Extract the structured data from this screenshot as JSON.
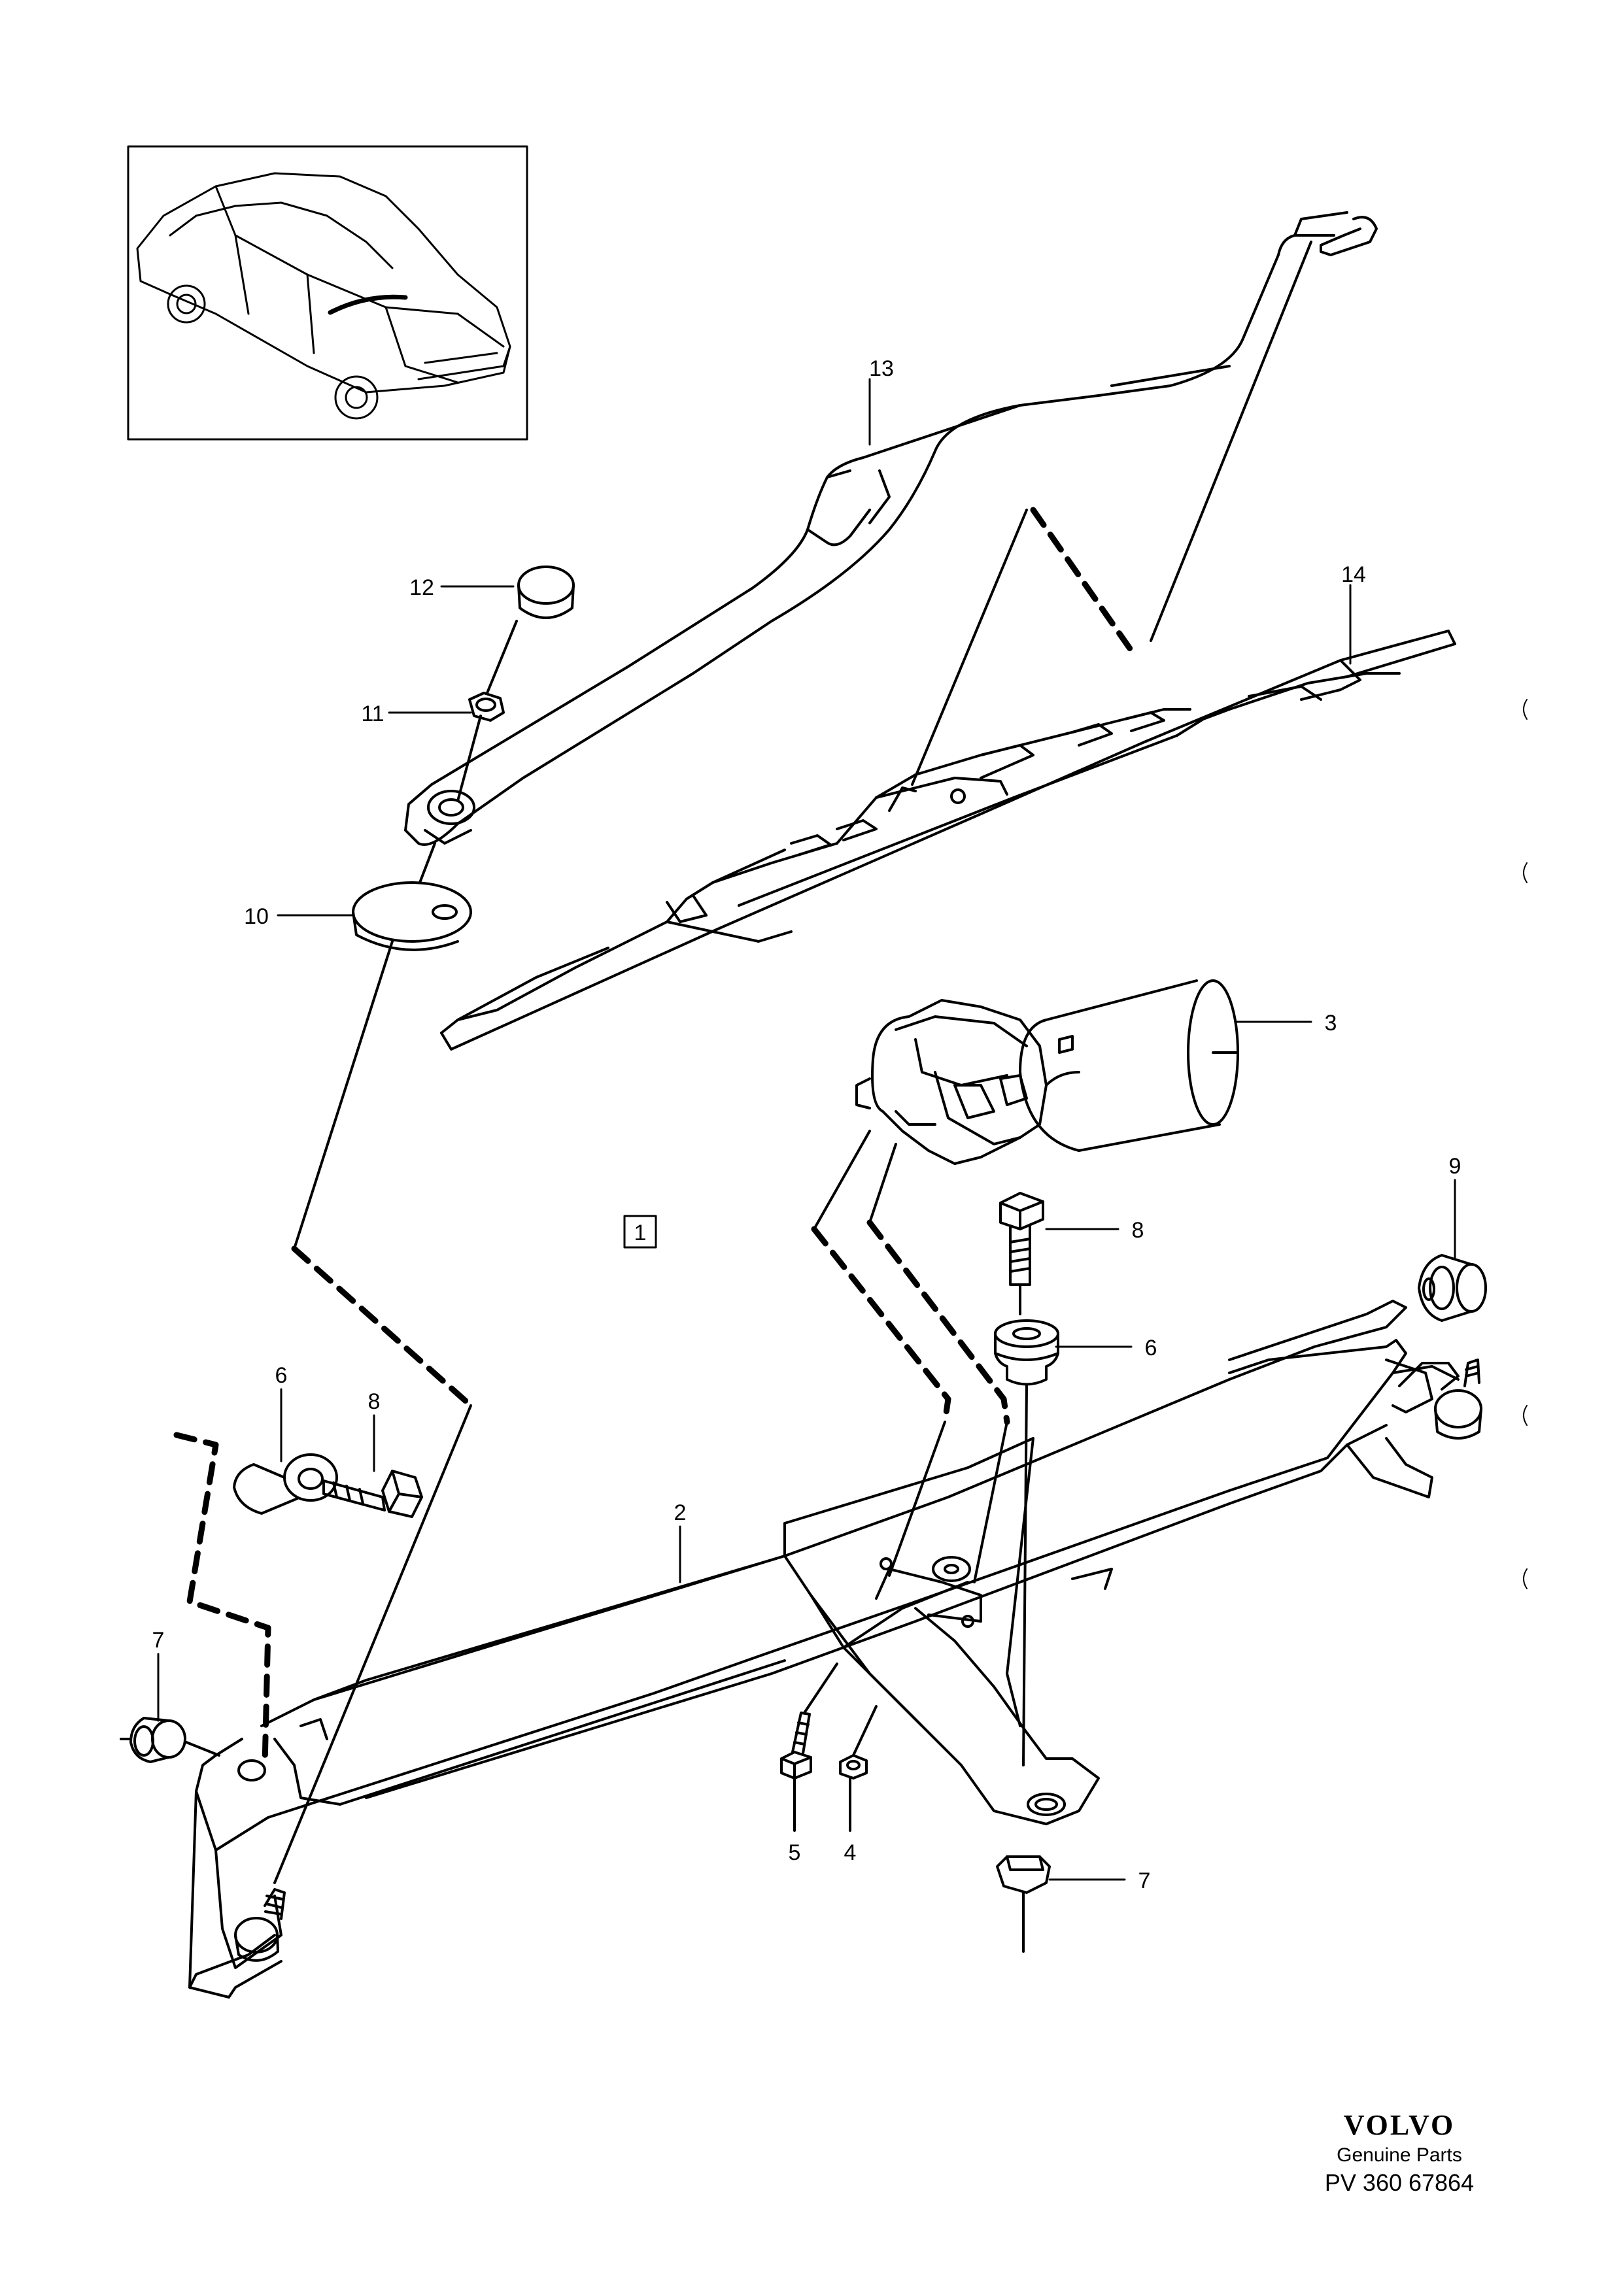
{
  "inset": {
    "icon": "car-sedan-icon"
  },
  "group_label": "1",
  "callouts": [
    "2",
    "3",
    "4",
    "5",
    "6",
    "6",
    "7",
    "7",
    "8",
    "8",
    "9",
    "10",
    "11",
    "12",
    "13",
    "14"
  ],
  "brand": {
    "logo": "VOLVO",
    "tagline": "Genuine Parts",
    "code": "PV 360 67864"
  }
}
